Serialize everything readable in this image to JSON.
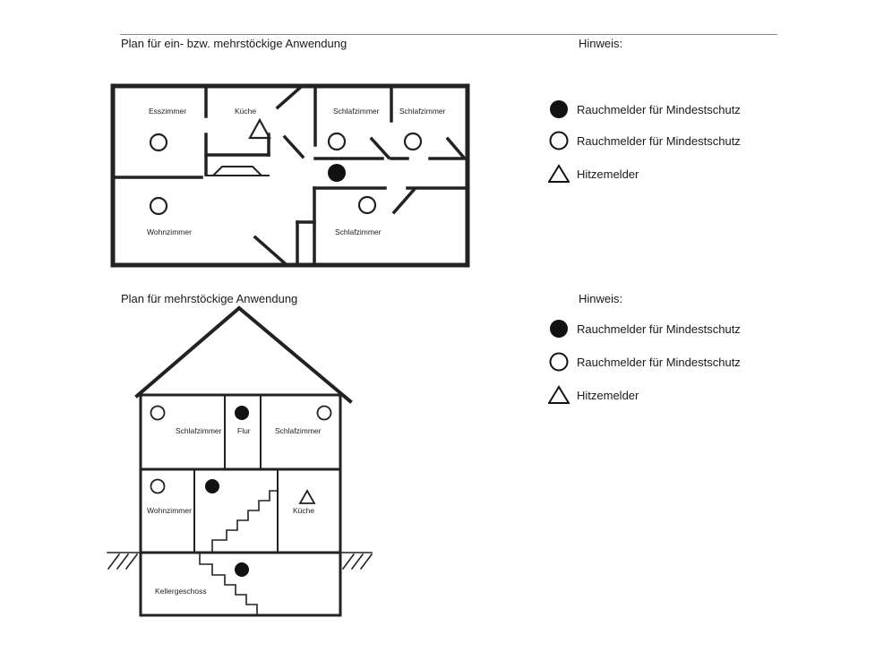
{
  "rooms": {
    "esszimmer": "Esszimmer",
    "kueche": "Küche",
    "schlafzimmer": "Schlafzimmer",
    "wohnzimmer": "Wohnzimmer",
    "flur": "Flur",
    "keller": "Kellergeschoss"
  },
  "sections": [
    {
      "title": "Plan für ein- bzw. mehrstöckige Anwendung",
      "hint_title": "Hinweis:",
      "legend": [
        {
          "icon": "filled-circle",
          "label": "Rauchmelder für Mindestschutz"
        },
        {
          "icon": "open-circle",
          "label": "Rauchmelder für Mindestschutz"
        },
        {
          "icon": "triangle",
          "label": "Hitzemelder"
        }
      ]
    },
    {
      "title": "Plan für mehrstöckige Anwendung",
      "hint_title": "Hinweis:",
      "legend": [
        {
          "icon": "filled-circle",
          "label": "Rauchmelder für Mindestschutz"
        },
        {
          "icon": "open-circle",
          "label": "Rauchmelder für Mindestschutz"
        },
        {
          "icon": "triangle",
          "label": "Hitzemelder"
        }
      ]
    }
  ]
}
